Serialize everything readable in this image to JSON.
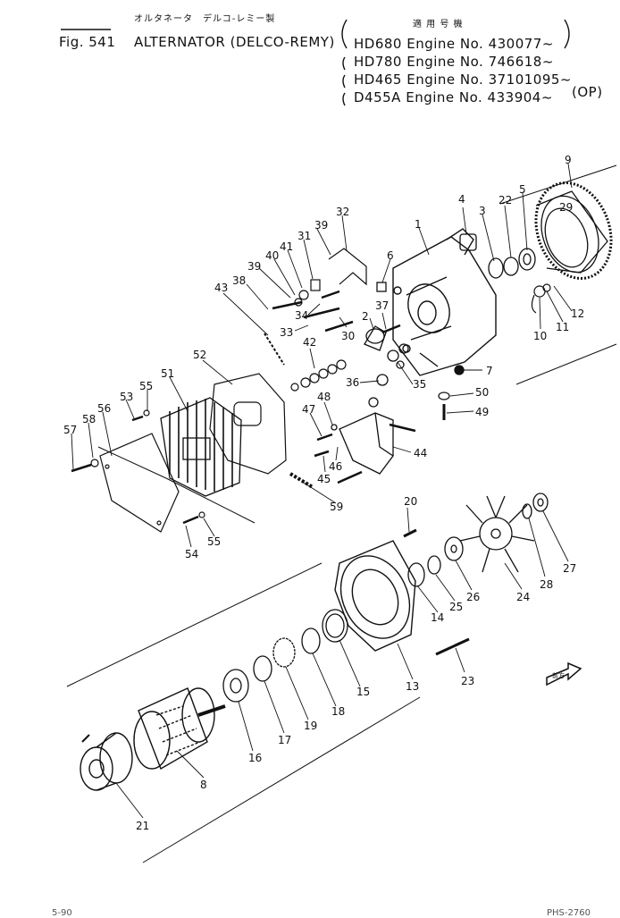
{
  "header": {
    "jp_title": "オルタネータ　デルコ-レミー製",
    "fig": "Fig. 541",
    "title": "ALTERNATOR (DELCO-REMY)",
    "applicability_jp": "適 用 号 機",
    "applicability": [
      "HD680 Engine No. 430077~",
      "HD780 Engine No. 746618~",
      "HD465 Engine No. 37101095~",
      "D455A Engine No. 433904~"
    ],
    "op": "(OP)"
  },
  "callouts": [
    "1",
    "2",
    "3",
    "4",
    "5",
    "6",
    "7",
    "8",
    "9",
    "10",
    "11",
    "12",
    "13",
    "14",
    "15",
    "16",
    "17",
    "18",
    "19",
    "20",
    "21",
    "22",
    "23",
    "24",
    "25",
    "26",
    "27",
    "28",
    "29",
    "30",
    "31",
    "32",
    "33",
    "34",
    "35",
    "36",
    "37",
    "38",
    "39",
    "39",
    "40",
    "41",
    "42",
    "43",
    "44",
    "45",
    "46",
    "47",
    "48",
    "49",
    "50",
    "51",
    "52",
    "53",
    "54",
    "55",
    "55",
    "56",
    "57",
    "58",
    "59"
  ],
  "front_mark": "前方",
  "footer": {
    "left": "5-90",
    "right": "PHS-2760"
  }
}
